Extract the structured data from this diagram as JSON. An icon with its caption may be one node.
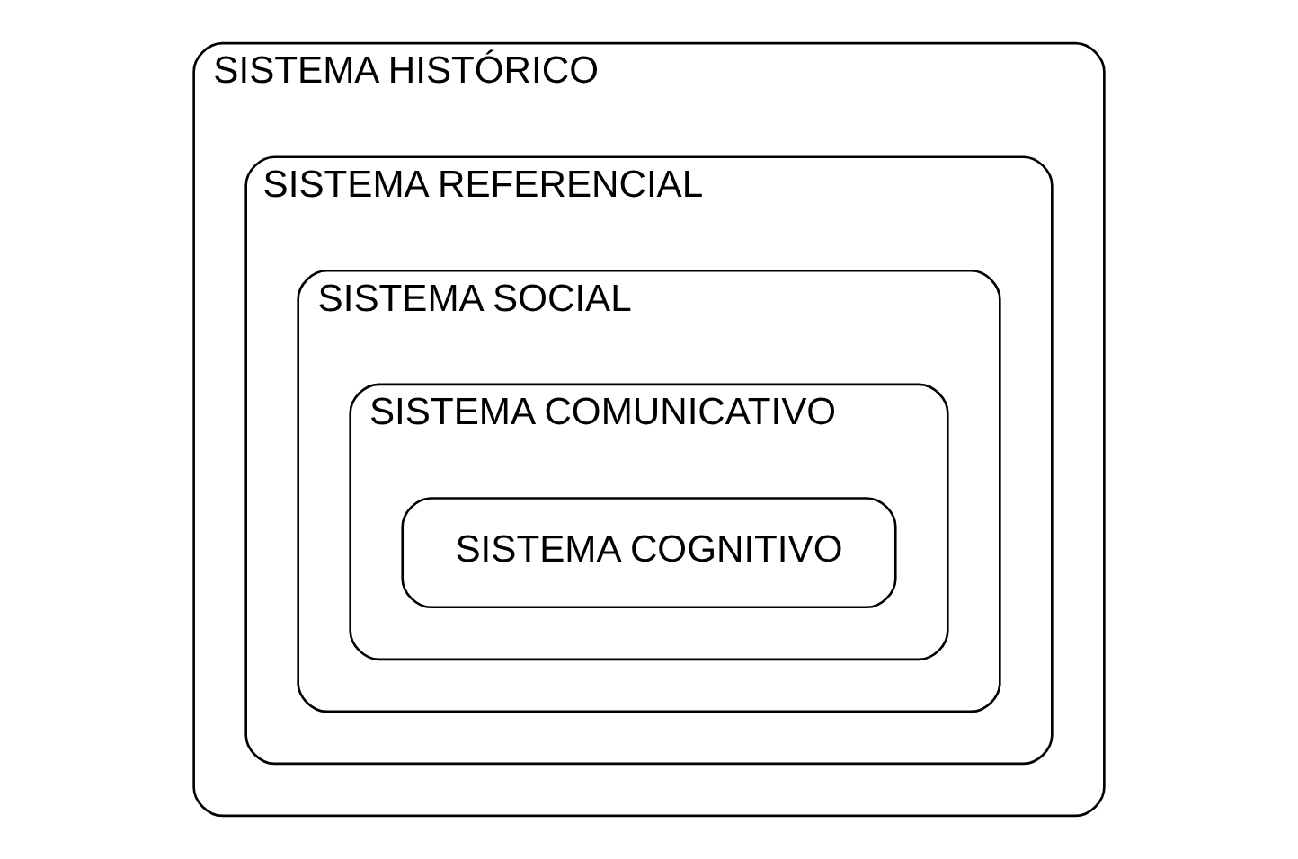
{
  "diagram": {
    "nodes": [
      {
        "text": [
          "SISTEMA HISTÓRICO"
        ]
      },
      {
        "text": [
          "SISTEMA REFERENCIAL"
        ],
        "in": 0
      },
      {
        "text": [
          "SISTEMA SOCIAL"
        ],
        "in": 1
      },
      {
        "text": [
          "SISTEMA COMUNICATIVO"
        ],
        "in": 2
      },
      {
        "text": [
          "SISTEMA COGNITIVO"
        ],
        "in": 3
      }
    ]
  }
}
